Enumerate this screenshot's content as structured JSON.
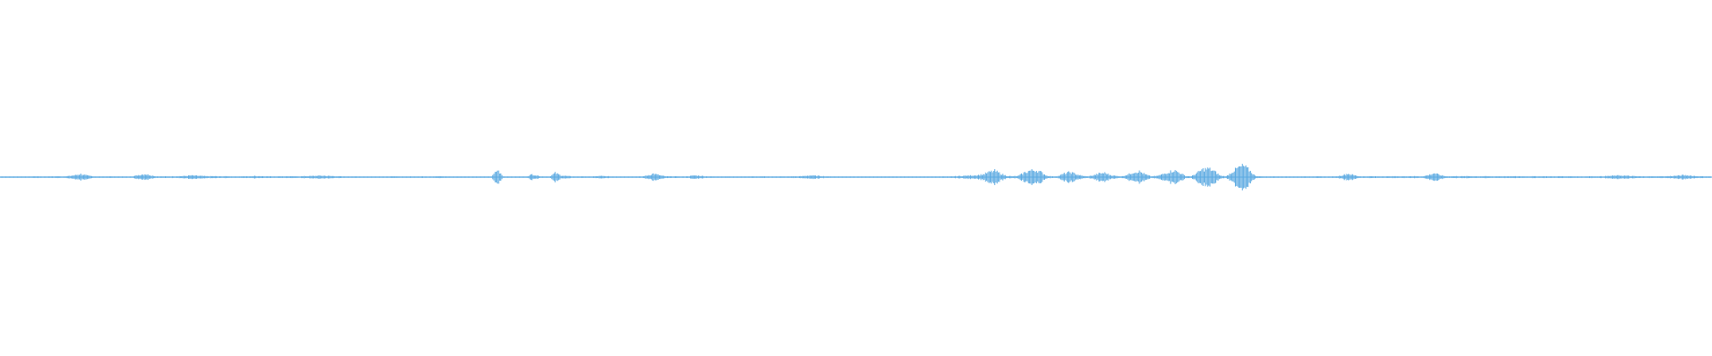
{
  "waveform": {
    "color": "#5aa9e1",
    "background": "#ffffff",
    "amplitude_peaks": [
      0.03,
      0.04,
      0.03,
      0.05,
      0.04,
      0.03,
      0.06,
      0.05,
      0.04,
      0.05,
      0.06,
      0.05,
      0.08,
      0.14,
      0.22,
      0.12,
      0.06,
      0.05,
      0.04,
      0.05,
      0.04,
      0.05,
      0.04,
      0.06,
      0.15,
      0.22,
      0.14,
      0.06,
      0.05,
      0.05,
      0.06,
      0.07,
      0.08,
      0.12,
      0.1,
      0.08,
      0.06,
      0.07,
      0.05,
      0.06,
      0.05,
      0.04,
      0.06,
      0.05,
      0.08,
      0.07,
      0.06,
      0.05,
      0.05,
      0.06,
      0.06,
      0.05,
      0.06,
      0.07,
      0.08,
      0.1,
      0.1,
      0.08,
      0.07,
      0.05,
      0.04,
      0.04,
      0.05,
      0.04,
      0.05,
      0.04,
      0.05,
      0.04,
      0.05,
      0.05,
      0.04,
      0.05,
      0.04,
      0.05,
      0.05,
      0.05,
      0.06,
      0.05,
      0.04,
      0.05,
      0.03,
      0.03,
      0.04,
      0.03,
      0.04,
      0.03,
      0.5,
      0.05,
      0.03,
      0.04,
      0.04,
      0.03,
      0.2,
      0.1,
      0.04,
      0.03,
      0.3,
      0.12,
      0.08,
      0.05,
      0.04,
      0.05,
      0.04,
      0.06,
      0.08,
      0.06,
      0.05,
      0.04,
      0.04,
      0.05,
      0.04,
      0.05,
      0.12,
      0.25,
      0.14,
      0.06,
      0.05,
      0.05,
      0.04,
      0.06,
      0.12,
      0.1,
      0.06,
      0.05,
      0.04,
      0.05,
      0.04,
      0.03,
      0.04,
      0.04,
      0.05,
      0.04,
      0.05,
      0.04,
      0.04,
      0.05,
      0.04,
      0.06,
      0.05,
      0.08,
      0.12,
      0.1,
      0.08,
      0.05,
      0.04,
      0.03,
      0.04,
      0.05,
      0.04,
      0.04,
      0.03,
      0.04,
      0.04,
      0.03,
      0.04,
      0.05,
      0.04,
      0.03,
      0.04,
      0.04,
      0.04,
      0.03,
      0.04,
      0.05,
      0.04,
      0.06,
      0.08,
      0.1,
      0.12,
      0.14,
      0.2,
      0.35,
      0.45,
      0.25,
      0.1,
      0.06,
      0.08,
      0.3,
      0.45,
      0.5,
      0.35,
      0.1,
      0.05,
      0.08,
      0.25,
      0.35,
      0.22,
      0.1,
      0.05,
      0.12,
      0.25,
      0.3,
      0.15,
      0.08,
      0.06,
      0.18,
      0.35,
      0.4,
      0.2,
      0.06,
      0.08,
      0.2,
      0.35,
      0.48,
      0.3,
      0.08,
      0.06,
      0.3,
      0.55,
      0.6,
      0.4,
      0.1,
      0.06,
      0.35,
      0.65,
      0.8,
      0.5,
      0.1,
      0.05,
      0.04,
      0.05,
      0.04,
      0.04,
      0.05,
      0.04,
      0.04,
      0.05,
      0.04,
      0.05,
      0.04,
      0.04,
      0.05,
      0.12,
      0.25,
      0.15,
      0.06,
      0.05,
      0.06,
      0.05,
      0.06,
      0.05,
      0.06,
      0.05,
      0.06,
      0.07,
      0.06,
      0.05,
      0.15,
      0.28,
      0.14,
      0.06,
      0.06,
      0.07,
      0.06,
      0.07,
      0.06,
      0.06,
      0.06,
      0.05,
      0.06,
      0.06,
      0.05,
      0.06,
      0.06,
      0.05,
      0.06,
      0.05,
      0.06,
      0.05,
      0.05,
      0.06,
      0.05,
      0.06,
      0.05,
      0.05,
      0.06,
      0.05,
      0.06,
      0.08,
      0.1,
      0.12,
      0.1,
      0.08,
      0.06,
      0.05,
      0.06,
      0.05,
      0.06,
      0.06,
      0.08,
      0.1,
      0.14,
      0.12,
      0.08,
      0.06,
      0.05
    ]
  }
}
